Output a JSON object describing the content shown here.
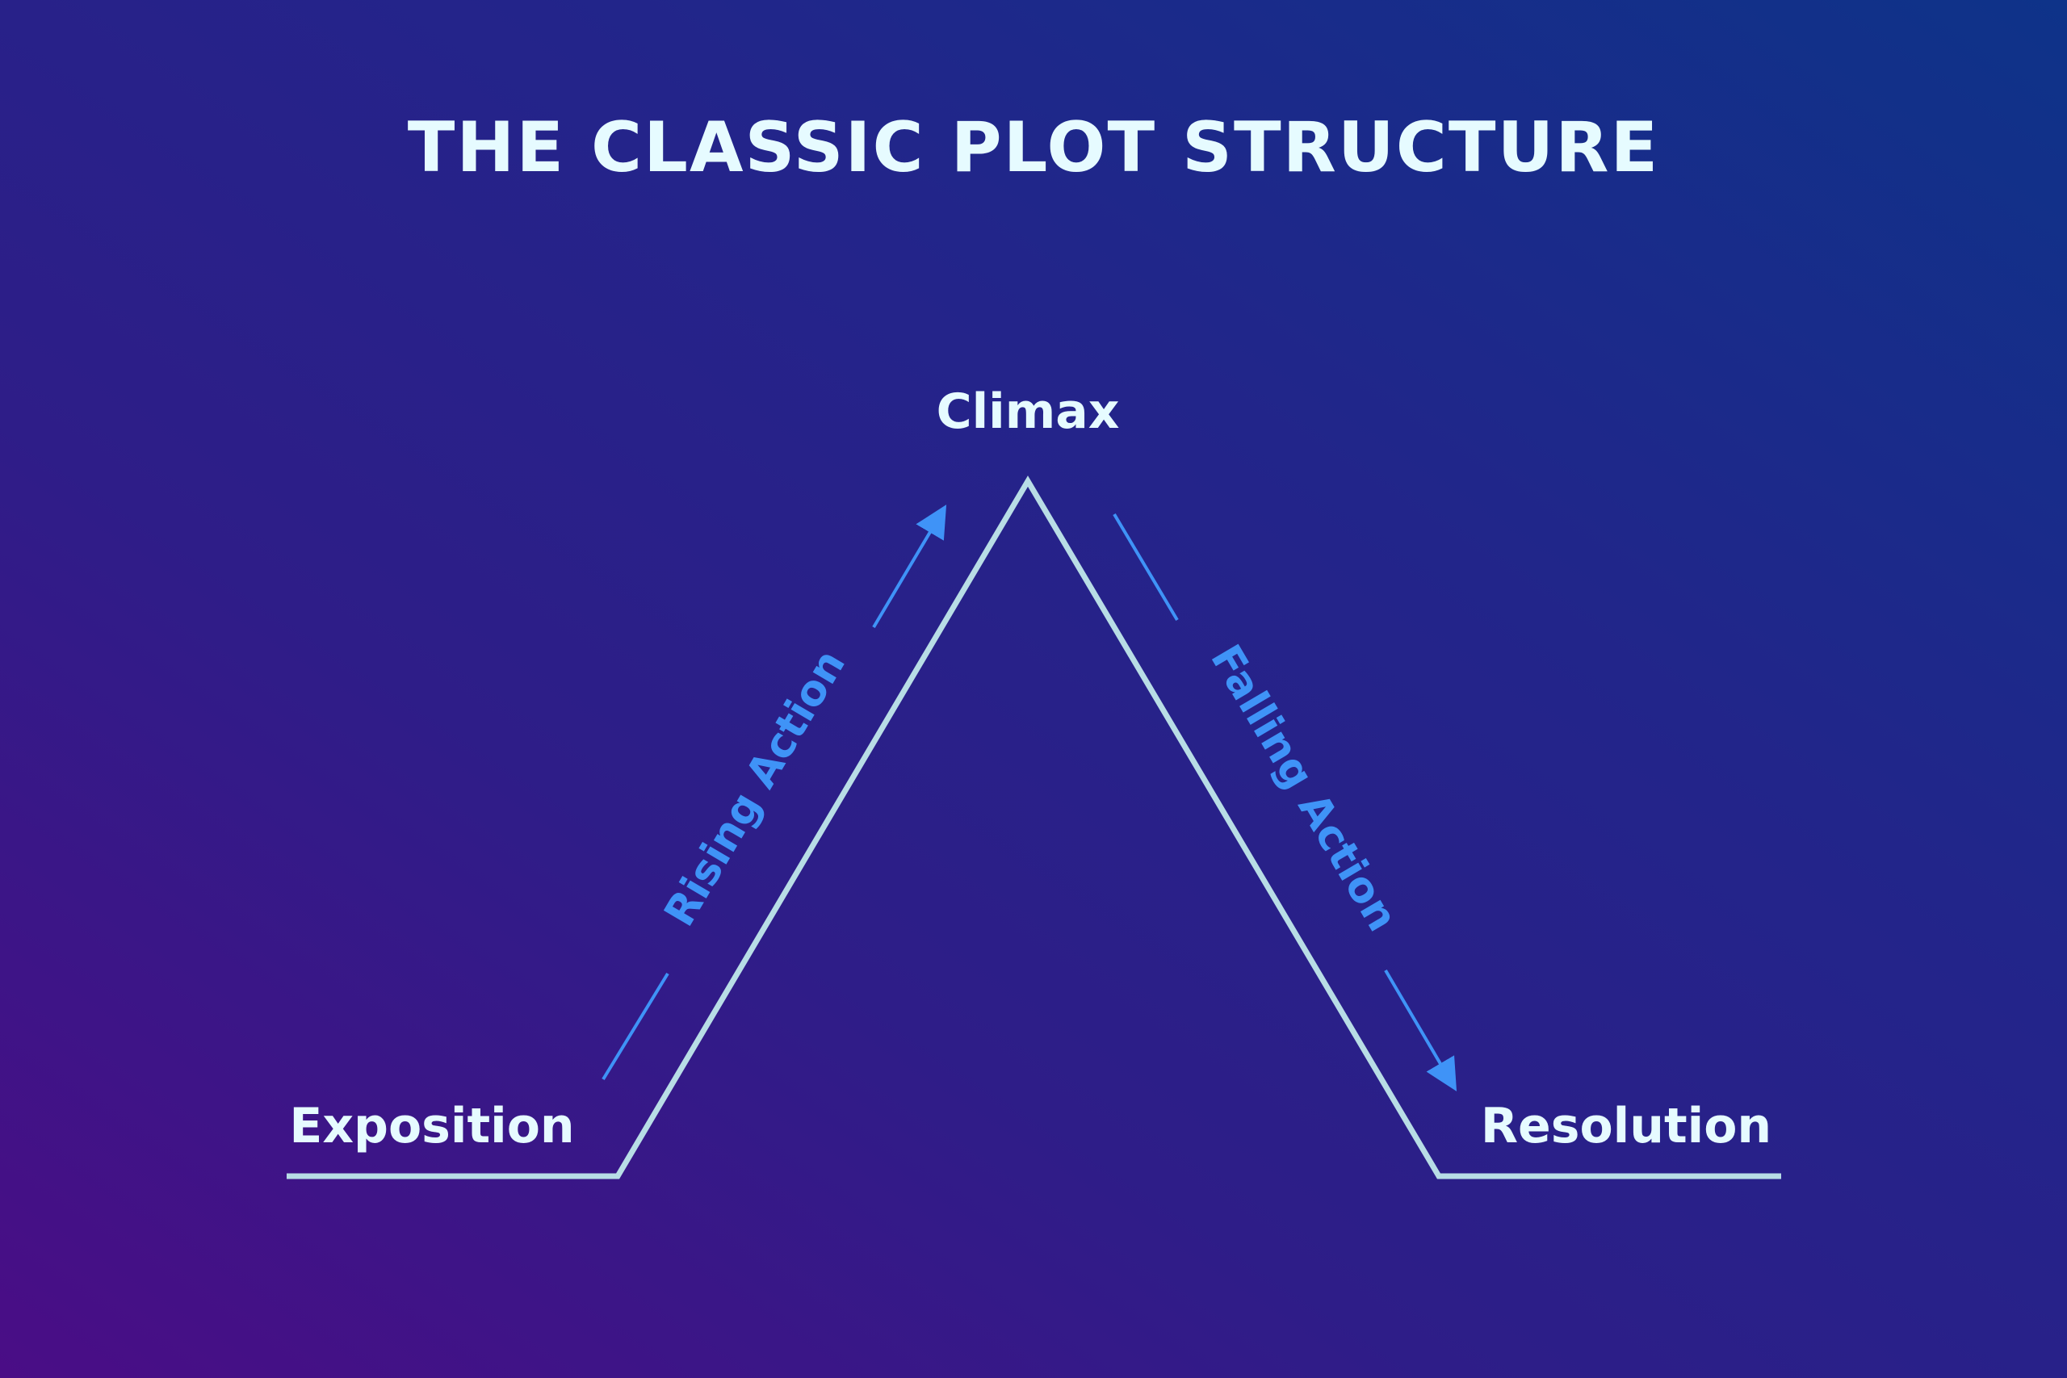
{
  "title": "THE CLASSIC PLOT STRUCTURE",
  "colors": {
    "text": "#e6fbff",
    "plot_line": "#b8dde6",
    "accent": "#3f93f7",
    "bg_bottom_left": "#4a0d86",
    "bg_top_right": "#0e3389"
  },
  "stages": {
    "exposition": "Exposition",
    "climax": "Climax",
    "resolution": "Resolution"
  },
  "phases": {
    "rising": "Rising Action",
    "falling": "Falling Action"
  }
}
